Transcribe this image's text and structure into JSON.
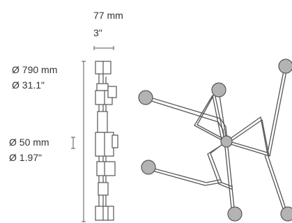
{
  "dimensions": {
    "depth_mm": "77 mm",
    "depth_in": "3\"",
    "diameter_mm": "Ø 790 mm",
    "diameter_in": "Ø 31.1\"",
    "canopy_mm": "Ø 50 mm",
    "canopy_in": "Ø 1.97\""
  },
  "colors": {
    "line": "#555555",
    "ball_fill": "#b3b3b3",
    "ball_stroke": "#555555",
    "text": "#333333"
  }
}
